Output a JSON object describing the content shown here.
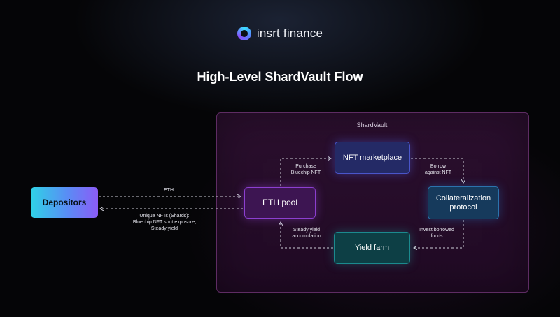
{
  "brand": {
    "name": "insrt finance",
    "logo_icon": "ring-logo-icon"
  },
  "title": "High-Level ShardVault Flow",
  "vault": {
    "label": "ShardVault"
  },
  "nodes": {
    "depositors": "Depositors",
    "eth_pool": "ETH pool",
    "nft_marketplace": "NFT marketplace",
    "collateralization": "Collateralization protocol",
    "yield_farm": "Yield farm"
  },
  "edges": {
    "eth": "ETH",
    "shards": [
      "Unique NFTs (Shards):",
      "Bluechip NFT spot exposure;",
      "Steady yield"
    ],
    "purchase": [
      "Purchase",
      "Bluechip NFT"
    ],
    "borrow": [
      "Borrow",
      "against NFT"
    ],
    "invest": [
      "Invest borrowed",
      "funds"
    ],
    "steady": [
      "Steady yield",
      "accumulation"
    ]
  },
  "colors": {
    "background": "#050507",
    "vault_fill": "#2b0f2e",
    "vault_border": "#5e2c63",
    "arrow": "#cfcfd8"
  }
}
